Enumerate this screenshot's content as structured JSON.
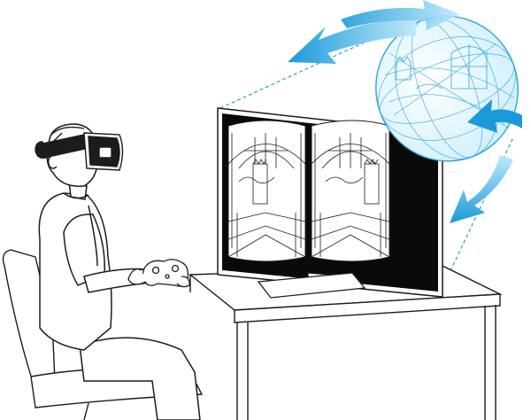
{
  "scene": {
    "subject": "person-wearing-vr-headset",
    "display": "monitor-showing-stereo-view",
    "virtual_world": "spherical-environment",
    "icons": [
      "vr-headset-icon",
      "game-controller-icon",
      "monitor-icon",
      "sphere-icon",
      "arrow-icon"
    ]
  },
  "colors": {
    "line": "#1c1c1c",
    "screen_bg": "#0a0a0a",
    "arrow_light": "#bfe9fb",
    "arrow_dark": "#1a9ad9",
    "sphere_grid": "#2aa4dc",
    "sphere_fill": "#e7f6fd",
    "dash": "#2aa4dc"
  }
}
